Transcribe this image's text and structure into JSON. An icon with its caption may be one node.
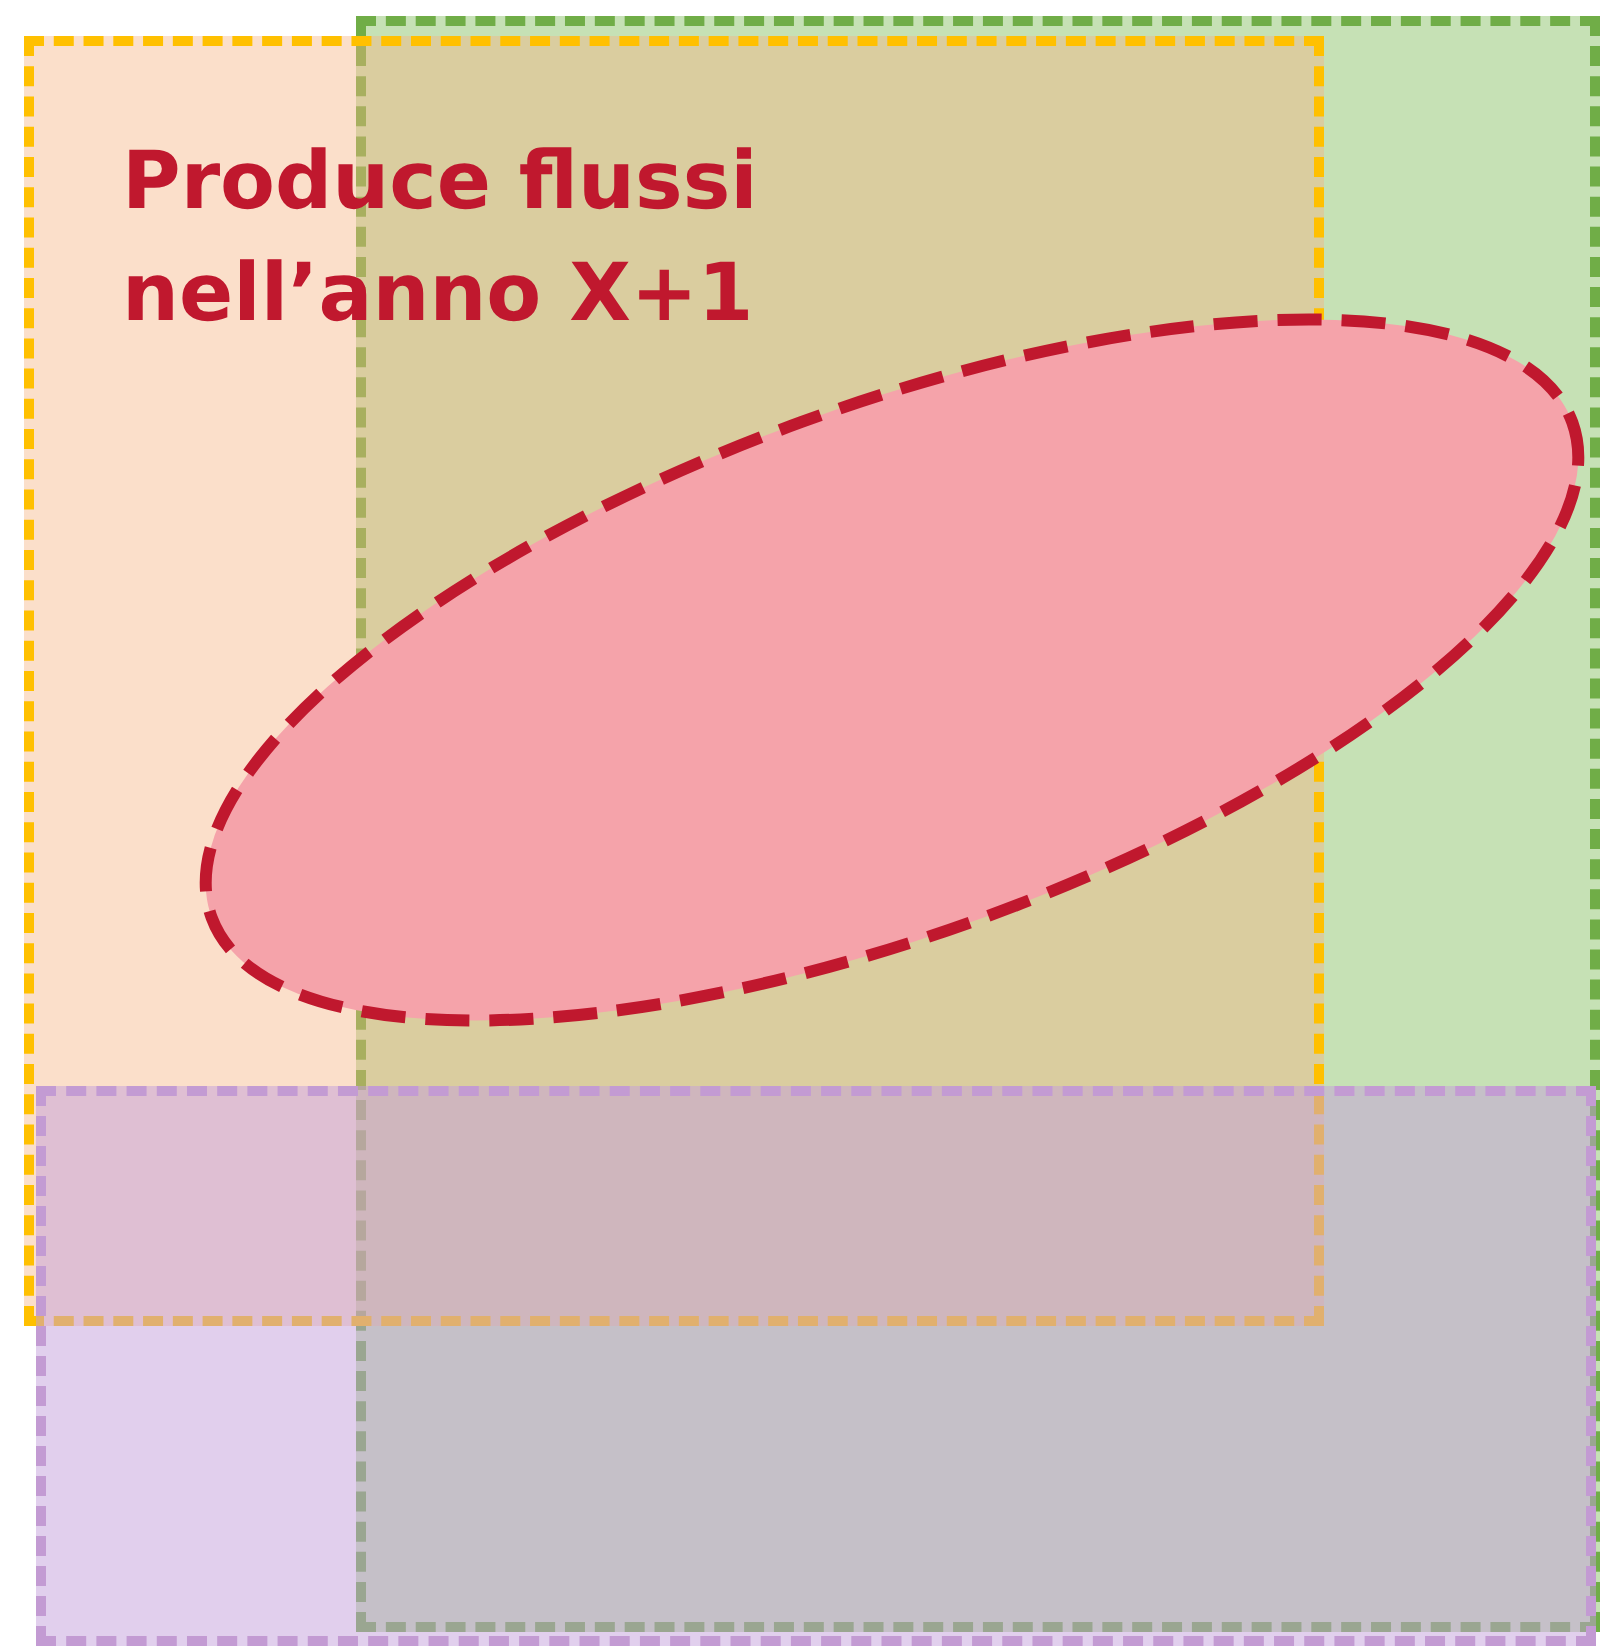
{
  "diagram": {
    "nodes": [
      {
        "text": [
          "Produce flussi nell’anno X+1"
        ]
      },
      {
        "text": [],
        "shape": "box"
      },
      {
        "text": [],
        "shape": "box"
      },
      {
        "text": [],
        "shape": "ellipse"
      }
    ],
    "edges": []
  }
}
